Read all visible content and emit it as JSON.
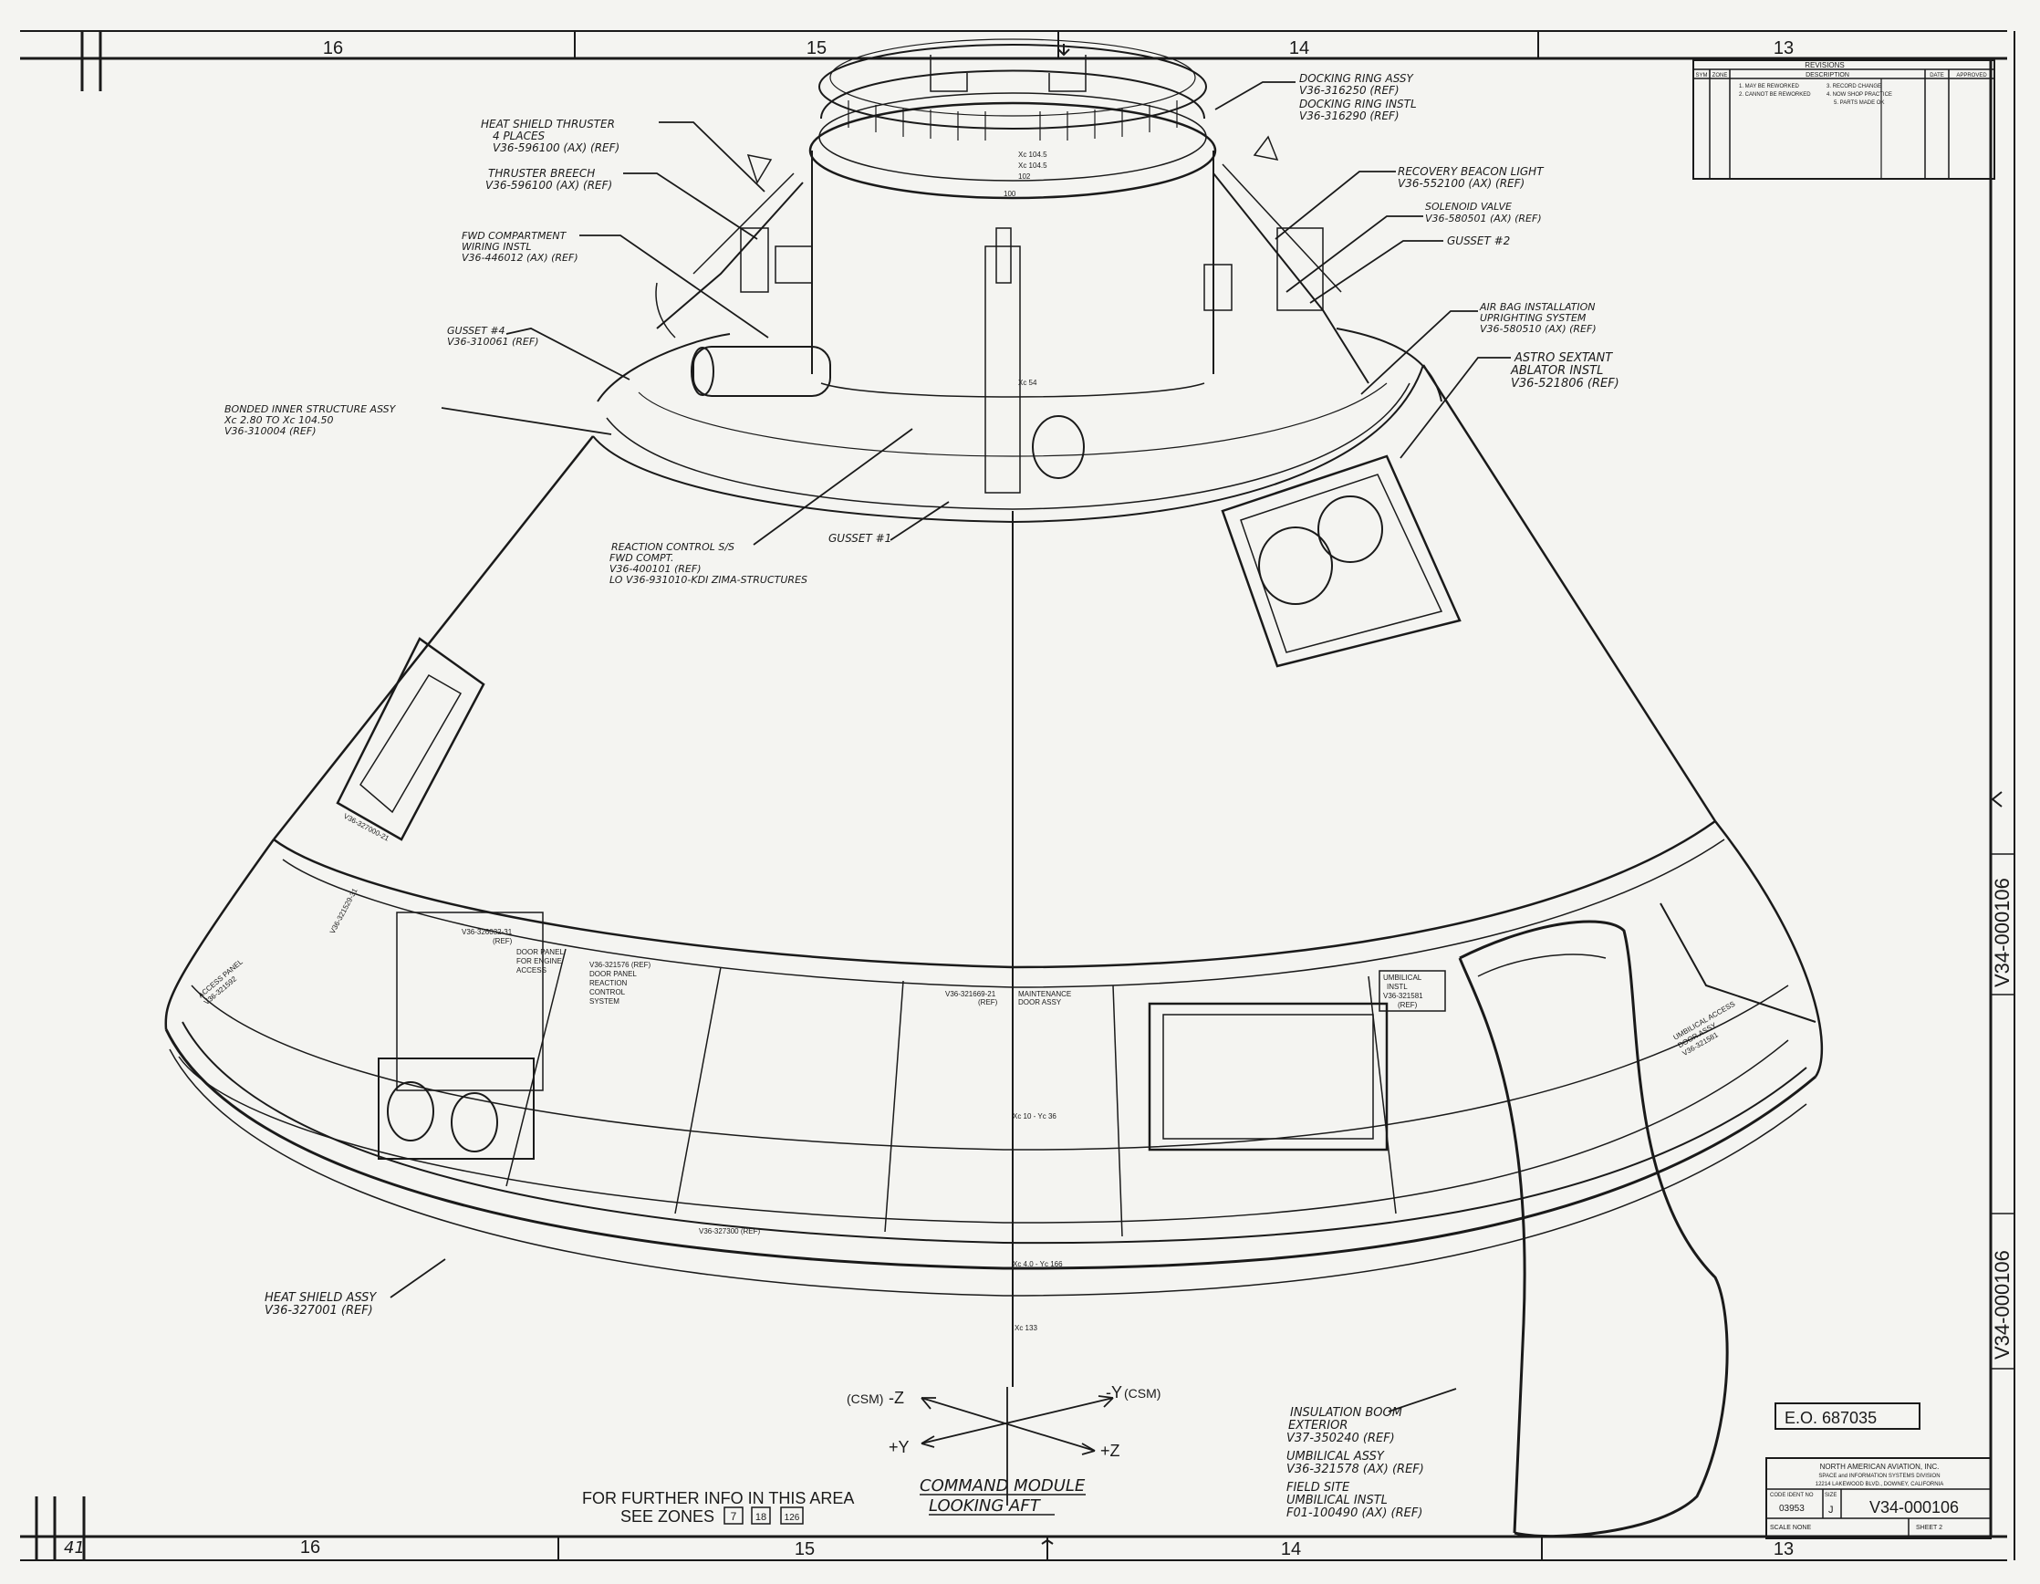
{
  "zones_top": [
    "16",
    "15",
    "14",
    "13"
  ],
  "zones_bottom": [
    "16",
    "15",
    "14",
    "13"
  ],
  "revisions": {
    "title": "REVISIONS",
    "col_sym": "SYM",
    "col_zone": "ZONE",
    "col_description": "DESCRIPTION",
    "col_date": "DATE",
    "col_approved": "APPROVED",
    "note_1": "1. MAY BE REWORKED",
    "note_2": "2. CANNOT BE REWORKED",
    "note_3": "3. RECORD CHANGE",
    "note_4": "4. NOW SHOP PRACTICE",
    "note_5": "5. PARTS MADE OK"
  },
  "callouts": {
    "heat_shield_thruster": [
      "HEAT SHIELD THRUSTER",
      "4 PLACES",
      "V36-596100 (AX) (REF)"
    ],
    "thruster_breech": [
      "THRUSTER BREECH",
      "V36-596100 (AX) (REF)"
    ],
    "fwd_compartment": [
      "FWD COMPARTMENT",
      "WIRING INSTL",
      "V36-446012 (AX) (REF)"
    ],
    "gusset_4": [
      "GUSSET #4",
      "V36-310061 (REF)"
    ],
    "bonded_inner": [
      "BONDED INNER STRUCTURE ASSY",
      "Xc 2.80 TO Xc 104.50",
      "V36-310004 (REF)"
    ],
    "docking_ring": [
      "DOCKING RING ASSY",
      "V36-316250 (REF)",
      "DOCKING RING INSTL",
      "V36-316290 (REF)"
    ],
    "recovery_beacon": [
      "RECOVERY BEACON LIGHT",
      "V36-552100 (AX) (REF)"
    ],
    "solenoid_valve": [
      "SOLENOID VALVE",
      "V36-580501 (AX) (REF)"
    ],
    "gusset_2": [
      "GUSSET #2"
    ],
    "air_bag": [
      "AIR BAG INSTALLATION",
      "UPRIGHTING SYSTEM",
      "V36-580510 (AX) (REF)"
    ],
    "astro_sextant": [
      "ASTRO SEXTANT",
      "ABLATOR INSTL",
      "V36-521806 (REF)"
    ],
    "reaction_control": [
      "REACTION CONTROL S/S",
      "FWD COMPT.",
      "V36-400101 (REF)",
      "LO V36-931010-KDI ZIMA-STRUCTURES"
    ],
    "gusset_1": [
      "GUSSET #1"
    ],
    "heat_shield_assy": [
      "HEAT SHIELD ASSY",
      "V36-327001 (REF)"
    ],
    "insulation_boom": [
      "INSULATION BOOM",
      "EXTERIOR",
      "V37-350240 (REF)",
      "UMBILICAL ASSY",
      "V36-321578 (AX) (REF)",
      "FIELD SITE",
      "UMBILICAL INSTL",
      "F01-100490 (AX) (REF)"
    ]
  },
  "panel_labels": {
    "door_engine": [
      "V36-326032-31",
      "(REF)",
      "DOOR PANEL",
      "FOR ENGINE",
      "ACCESS"
    ],
    "door_reaction": [
      "V36-321576 (REF)",
      "DOOR PANEL",
      "REACTION",
      "CONTROL",
      "SYSTEM"
    ],
    "maintenance": [
      "V36-321669-21",
      "(REF)",
      "MAINTENANCE",
      "DOOR ASSY"
    ],
    "umbilical_instl": [
      "UMBILICAL",
      "INSTL",
      "V36-321581",
      "(REF)"
    ],
    "umbilical_access": [
      "UMBILICAL ACCESS",
      "DOOR ASSY",
      "V36-321581"
    ],
    "access_left": [
      "ACCESS PANEL",
      "V36-321592"
    ],
    "window_ref": "V36-327000-21",
    "side_ref": "V36-321529-31",
    "heat_ring_ref": "V36-327300 (REF)"
  },
  "station_marks": [
    "Xc 104.5",
    "Xc 54",
    "Xc 10 - Yc 36",
    "Xc 4.0 - Yc 166",
    "Xc 133"
  ],
  "ring_marks": [
    "Xc 104.5",
    "102",
    "100"
  ],
  "axes": {
    "minus_z": "-Z",
    "minus_z_tag": "(CSM)",
    "minus_y": "-Y",
    "minus_y_tag": "(CSM)",
    "plus_y": "+Y",
    "plus_z": "+Z"
  },
  "further_info": {
    "line1": "FOR FURTHER INFO IN THIS AREA",
    "line2": "SEE ZONES",
    "zones": [
      "7",
      "18",
      "126"
    ]
  },
  "title_label": {
    "line1": "COMMAND MODULE",
    "line2": "LOOKING AFT"
  },
  "eo_stamp": "E.O. 687035",
  "title_block": {
    "company": "NORTH AMERICAN AVIATION, INC.",
    "division": "SPACE and INFORMATION SYSTEMS DIVISION",
    "address": "12214 LAKEWOOD BLVD., DOWNEY, CALIFORNIA",
    "code_ident_label": "CODE IDENT NO",
    "code_ident": "03953",
    "size_label": "SIZE",
    "size": "J",
    "drawing_number": "V34-000106",
    "scale_label": "SCALE NONE",
    "sheet": "SHEET 2"
  },
  "margin_number": "V34-000106",
  "corner_number": "41"
}
